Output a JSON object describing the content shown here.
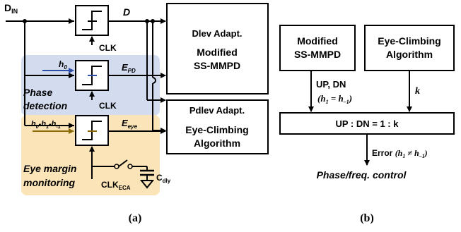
{
  "panel_a": {
    "input_main": "D",
    "input_sub": "IN",
    "output_d": "D",
    "clk_label": "CLK",
    "error_pd_main": "E",
    "error_pd_sub": "PD",
    "error_eye_main": "E",
    "error_eye_sub": "eye",
    "threshold_h0_main": "h",
    "threshold_h0_sub": "0",
    "threshold_eye": {
      "h0_main": "h",
      "h0_sub": "0",
      "h1_main": "h",
      "h1_sub": "1",
      "hm1_main": "h",
      "hm1_sub": "-1",
      "dash": "-"
    },
    "region_phase": [
      "Phase",
      "detection"
    ],
    "region_eye": [
      "Eye margin",
      "monitoring"
    ],
    "clk_eca_main": "CLK",
    "clk_eca_sub": "ECA",
    "cap_main": "C",
    "cap_sub": "dly",
    "box_mmpd": {
      "tag": "Dlev Adapt.",
      "line1": "Modified",
      "line2": "SS-MMPD"
    },
    "box_eca": {
      "tag": "Pdlev Adapt.",
      "line1": "Eye-Climbing",
      "line2": "Algorithm"
    },
    "caption": "(a)"
  },
  "panel_b": {
    "box_mmpd": {
      "line1": "Modified",
      "line2": "SS-MMPD"
    },
    "box_eca": {
      "line1": "Eye-Climbing",
      "line2": "Algorithm"
    },
    "updn_label": "UP, DN",
    "cond1": "(h1 = h–1)",
    "k_label": "k",
    "ratio_box": "UP : DN = 1 : k",
    "error_label": "Error (h1 ≠ h–1)",
    "output_label": "Phase/freq. control",
    "caption": "(b)"
  },
  "colors": {
    "phase_region": "#d3dcef",
    "eye_region": "#fbe5b8",
    "dlev_text": "#1f3c88",
    "pdlev_text": "#8a6a00",
    "h0_arrow": "#2f4ea8",
    "eye_threshold": "#8a6a00"
  }
}
